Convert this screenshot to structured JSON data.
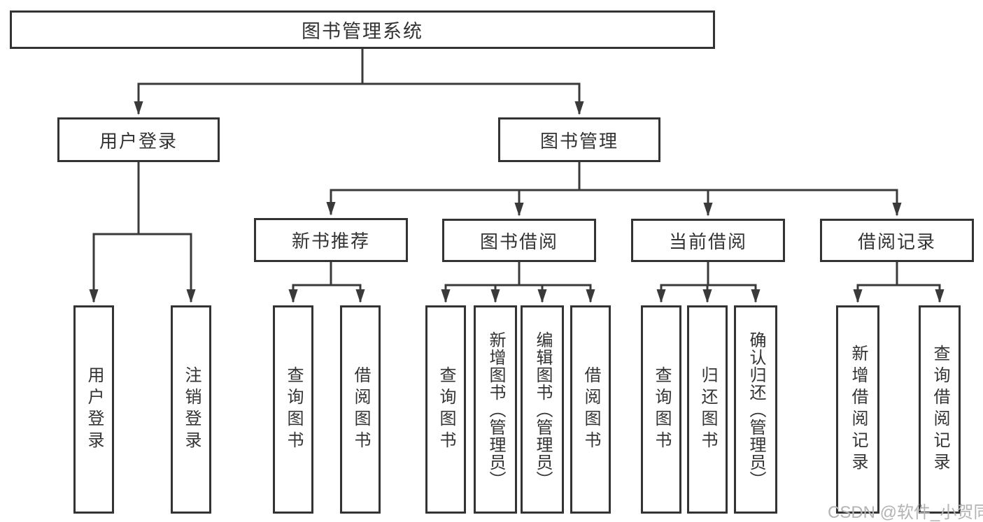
{
  "diagram": {
    "title": "图书管理系统",
    "level2": {
      "user_login": "用户登录",
      "book_mgmt": "图书管理"
    },
    "level3": {
      "new_books": "新书推荐",
      "book_borrow": "图书借阅",
      "current_borrow": "当前借阅",
      "borrow_records": "借阅记录"
    },
    "level4": {
      "user_login_children": [
        "用户登录",
        "注销登录"
      ],
      "new_books_children": [
        "查询图书",
        "借阅图书"
      ],
      "book_borrow_children": [
        "查询图书",
        "新增图书（管理员）",
        "编辑图书（管理员）",
        "借阅图书"
      ],
      "current_borrow_children": [
        "查询图书",
        "归还图书",
        "确认归还（管理员）"
      ],
      "borrow_records_children": [
        "新增借阅记录",
        "查询借阅记录"
      ]
    }
  },
  "watermark": "CSDN @软件_小贺同学",
  "colors": {
    "line": "#3a3a3a",
    "border": "#333333",
    "text": "#333333",
    "watermark": "#b3b3b3",
    "background": "#ffffff"
  }
}
